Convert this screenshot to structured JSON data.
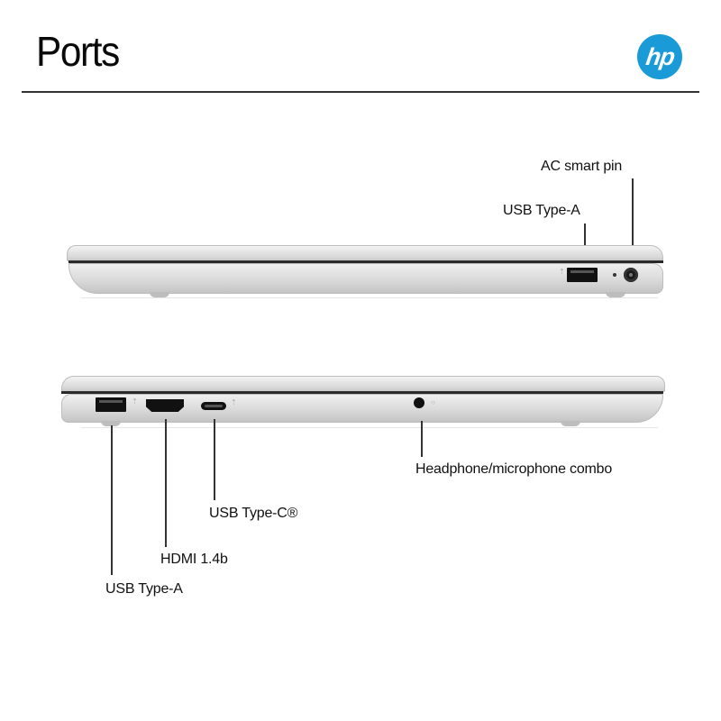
{
  "header": {
    "title": "Ports",
    "logo_text": "hp",
    "logo_color": "#1a9bd7"
  },
  "right_side": {
    "labels": {
      "ac_smart_pin": "AC smart pin",
      "usb_type_a": "USB Type-A"
    }
  },
  "left_side": {
    "labels": {
      "headphone_combo": "Headphone/microphone combo",
      "usb_type_c": "USB Type-C®",
      "hdmi": "HDMI 1.4b",
      "usb_type_a": "USB Type-A"
    }
  },
  "icons": {
    "usb_glyph": "⇡",
    "headset_glyph": "○"
  }
}
